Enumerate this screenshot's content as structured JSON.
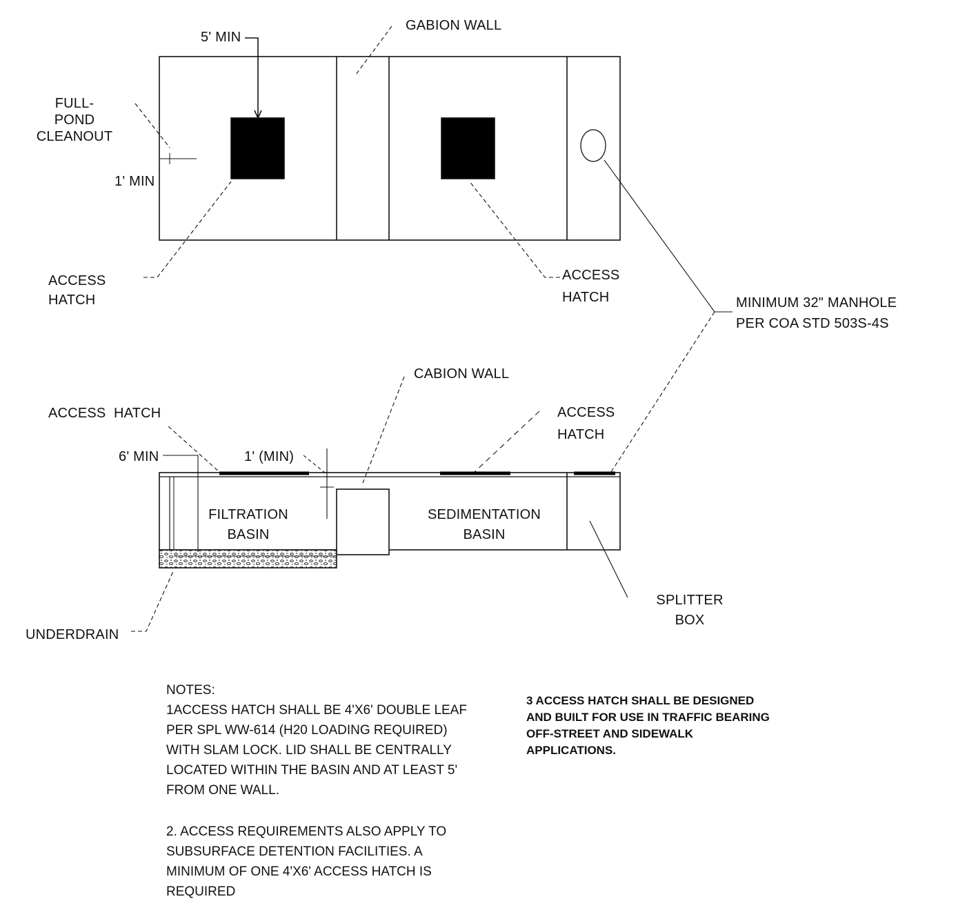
{
  "plan": {
    "gabion_wall": "GABION WALL",
    "five_min": "5' MIN",
    "full_pond_cleanout": "FULL-\nPOND\nCLEANOUT",
    "one_min": "1' MIN",
    "access_hatch_left": "ACCESS\nHATCH",
    "access_hatch_right": "ACCESS\nHATCH",
    "manhole": "MINIMUM 32\" MANHOLE\nPER COA STD 503S-4S"
  },
  "section": {
    "cabion_wall": "CABION WALL",
    "access_hatch_left": "ACCESS  HATCH",
    "access_hatch_right": "ACCESS\nHATCH",
    "six_min": "6' MIN",
    "one_min_paren": "1' (MIN)",
    "filtration_basin": "FILTRATION\nBASIN",
    "sedimentation_basin": "SEDIMENTATION\nBASIN",
    "splitter_box": "SPLITTER\nBOX",
    "underdrain": "UNDERDRAIN"
  },
  "notes": {
    "heading": "NOTES:",
    "note1": "1ACCESS HATCH SHALL BE 4'X6' DOUBLE LEAF\nPER SPL WW-614 (H20 LOADING REQUIRED)\nWITH SLAM LOCK.  LID SHALL BE CENTRALLY\nLOCATED WITHIN THE BASIN AND AT LEAST 5'\nFROM ONE  WALL.",
    "note2": "2.  ACCESS REQUIREMENTS ALSO APPLY TO\nSUBSURFACE DETENTION FACILITIES.  A\nMINIMUM OF ONE 4'X6' ACCESS HATCH IS\nREQUIRED",
    "note3": "3 ACCESS HATCH SHALL BE DESIGNED\nAND BUILT FOR USE IN TRAFFIC BEARING\nOFF-STREET AND SIDEWALK\nAPPLICATIONS."
  }
}
